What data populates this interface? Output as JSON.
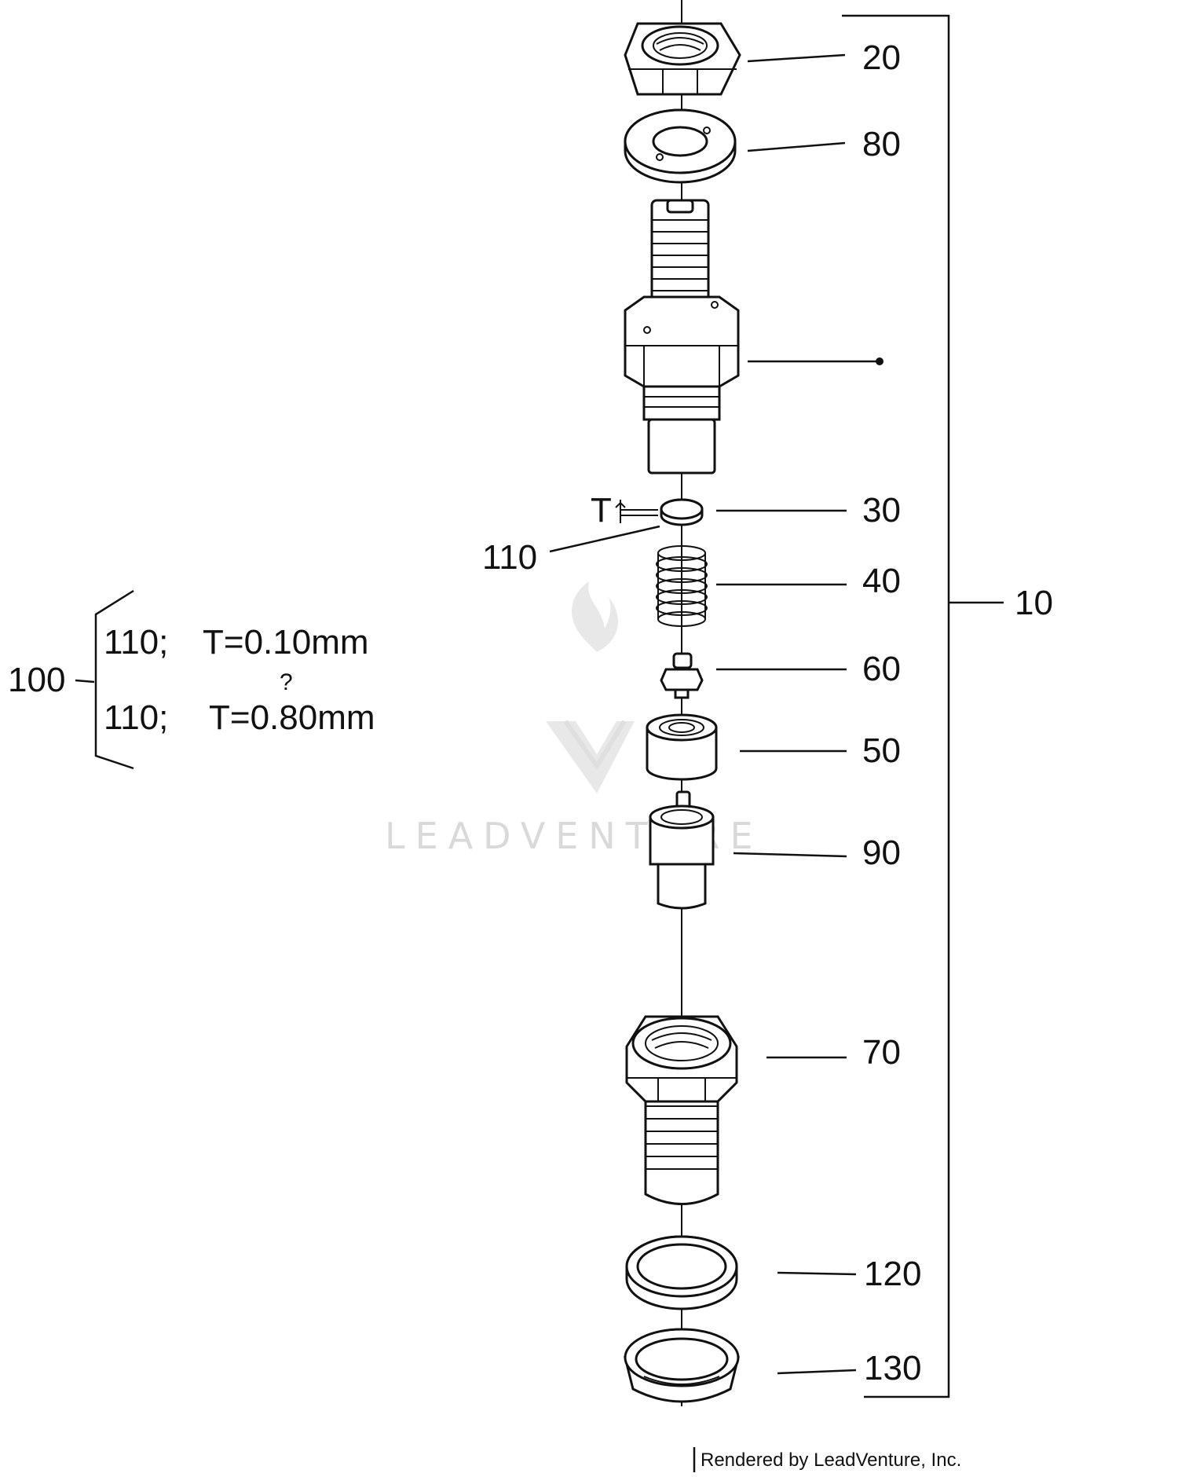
{
  "callouts": {
    "c20": "20",
    "c80": "80",
    "c30": "30",
    "c110": "110",
    "c40": "40",
    "c60": "60",
    "c50": "50",
    "c90": "90",
    "c70": "70",
    "c120": "120",
    "c130": "130",
    "c10": "10",
    "c100": "100"
  },
  "thickness_marker": "T",
  "shim_note": {
    "line1_part": "110;",
    "line1_value": "T=0.10mm",
    "range_symbol": "?",
    "line2_part": "110;",
    "line2_value": "T=0.80mm"
  },
  "watermark": "LEADVENTURE",
  "credit": "Rendered by LeadVenture, Inc."
}
